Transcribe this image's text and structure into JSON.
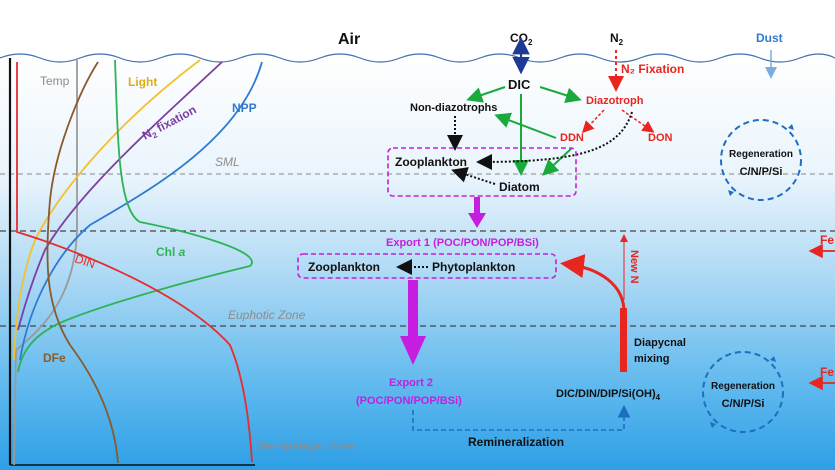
{
  "header": {
    "air": "Air",
    "co2": "CO",
    "co2_sub": "2",
    "n2": "N",
    "n2_sub": "2",
    "dust": "Dust"
  },
  "profiles": {
    "temp": "Temp",
    "light": "Light",
    "n2fix_prefix": "N",
    "n2fix_sub": "2",
    "n2fix_suffix": " fixation",
    "npp": "NPP",
    "chl_prefix": "Chl ",
    "chl_italic": "a",
    "din": "DIN",
    "dfe": "DFe"
  },
  "zones": {
    "sml": "SML",
    "euphotic": "Euphotic Zone",
    "mesopelagic": "Mesopelagic Zone"
  },
  "web": {
    "n2_fixation": "N₂ Fixation",
    "dic": "DIC",
    "diazotroph": "Diazotroph",
    "non_diazotrophs": "Non-diazotrophs",
    "ddn": "DDN",
    "don": "DON",
    "zooplankton": "Zooplankton",
    "diatom": "Diatom",
    "export1": "Export 1 (POC/PON/POP/BSi)",
    "new_n": "New N",
    "zooplankton2": "Zooplankton",
    "phytoplankton": "Phytoplankton",
    "diapycnal1": "Diapycnal",
    "diapycnal2": "mixing",
    "export2_line1": "Export 2",
    "export2_line2": "(POC/PON/POP/BSi)",
    "nutrients_prefix": "DIC/DIN/DIP/Si(OH)",
    "nutrients_sub": "4",
    "remineralization": "Remineralization",
    "fe": "Fe"
  },
  "regeneration": {
    "label": "Regeneration",
    "elements": "C/N/P/Si"
  },
  "colors": {
    "green": "#1aaa3c",
    "red": "#e8251f",
    "magenta": "#c61ee0",
    "blue_dash": "#1f6fbf",
    "navy": "#1f3a93",
    "temp": "#9a9a9a",
    "light": "#f2c12e",
    "n2fix": "#7b3fa0",
    "npp": "#2f7bd0",
    "chl": "#2eb357",
    "din": "#e52d2d",
    "dfe": "#8a5a2b",
    "zone_text": "#8c8c8c"
  }
}
